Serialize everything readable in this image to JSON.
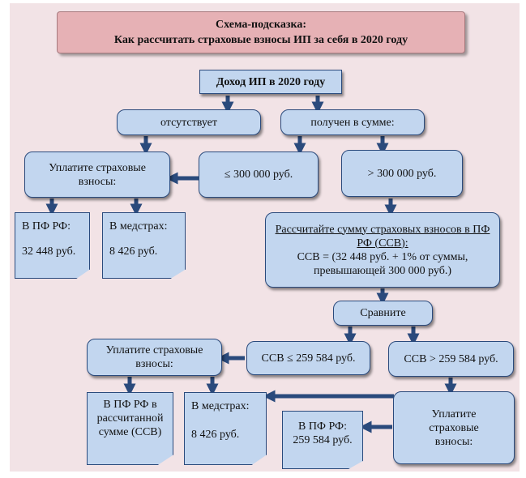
{
  "title": {
    "line1": "Схема-подсказка:",
    "line2": "Как рассчитать страховые взносы ИП за себя в 2020 году"
  },
  "nodes": {
    "income": "Доход ИП в 2020 году",
    "absent": "отсутствует",
    "received": "получен в сумме:",
    "pay_fixed": "Уплатите страховые взносы:",
    "le_300": "≤ 300 000 руб.",
    "gt_300": "> 300 000 руб.",
    "pf_fixed_label": "В ПФ РФ:",
    "pf_fixed_value": "32 448 руб.",
    "med_fixed_label": "В медстрах:",
    "med_fixed_value": "8 426 руб.",
    "calc_title": "Рассчитайте сумму страховых взносов в ПФ РФ (ССВ):",
    "calc_formula": "ССВ = (32 448 руб. + 1% от суммы, превышающей 300 000 руб.)",
    "compare": "Сравните",
    "ssv_le": "ССВ ≤ 259 584 руб.",
    "ssv_gt": "ССВ > 259 584 руб.",
    "pay_calc": "Уплатите страховые взносы:",
    "pf_calc": "В ПФ РФ в рассчитанной сумме (ССВ)",
    "med_calc_label": "В медстрах:",
    "med_calc_value": "8 426 руб.",
    "pay_max": "Уплатите страховые взносы:",
    "pf_max_label": "В ПФ РФ:",
    "pf_max_value": "259 584 руб."
  },
  "colors": {
    "background": "#f2e3e6",
    "title_fill": "#e6b1b5",
    "box_fill": "#c2d6ef",
    "arrow": "#2a4a7c"
  }
}
